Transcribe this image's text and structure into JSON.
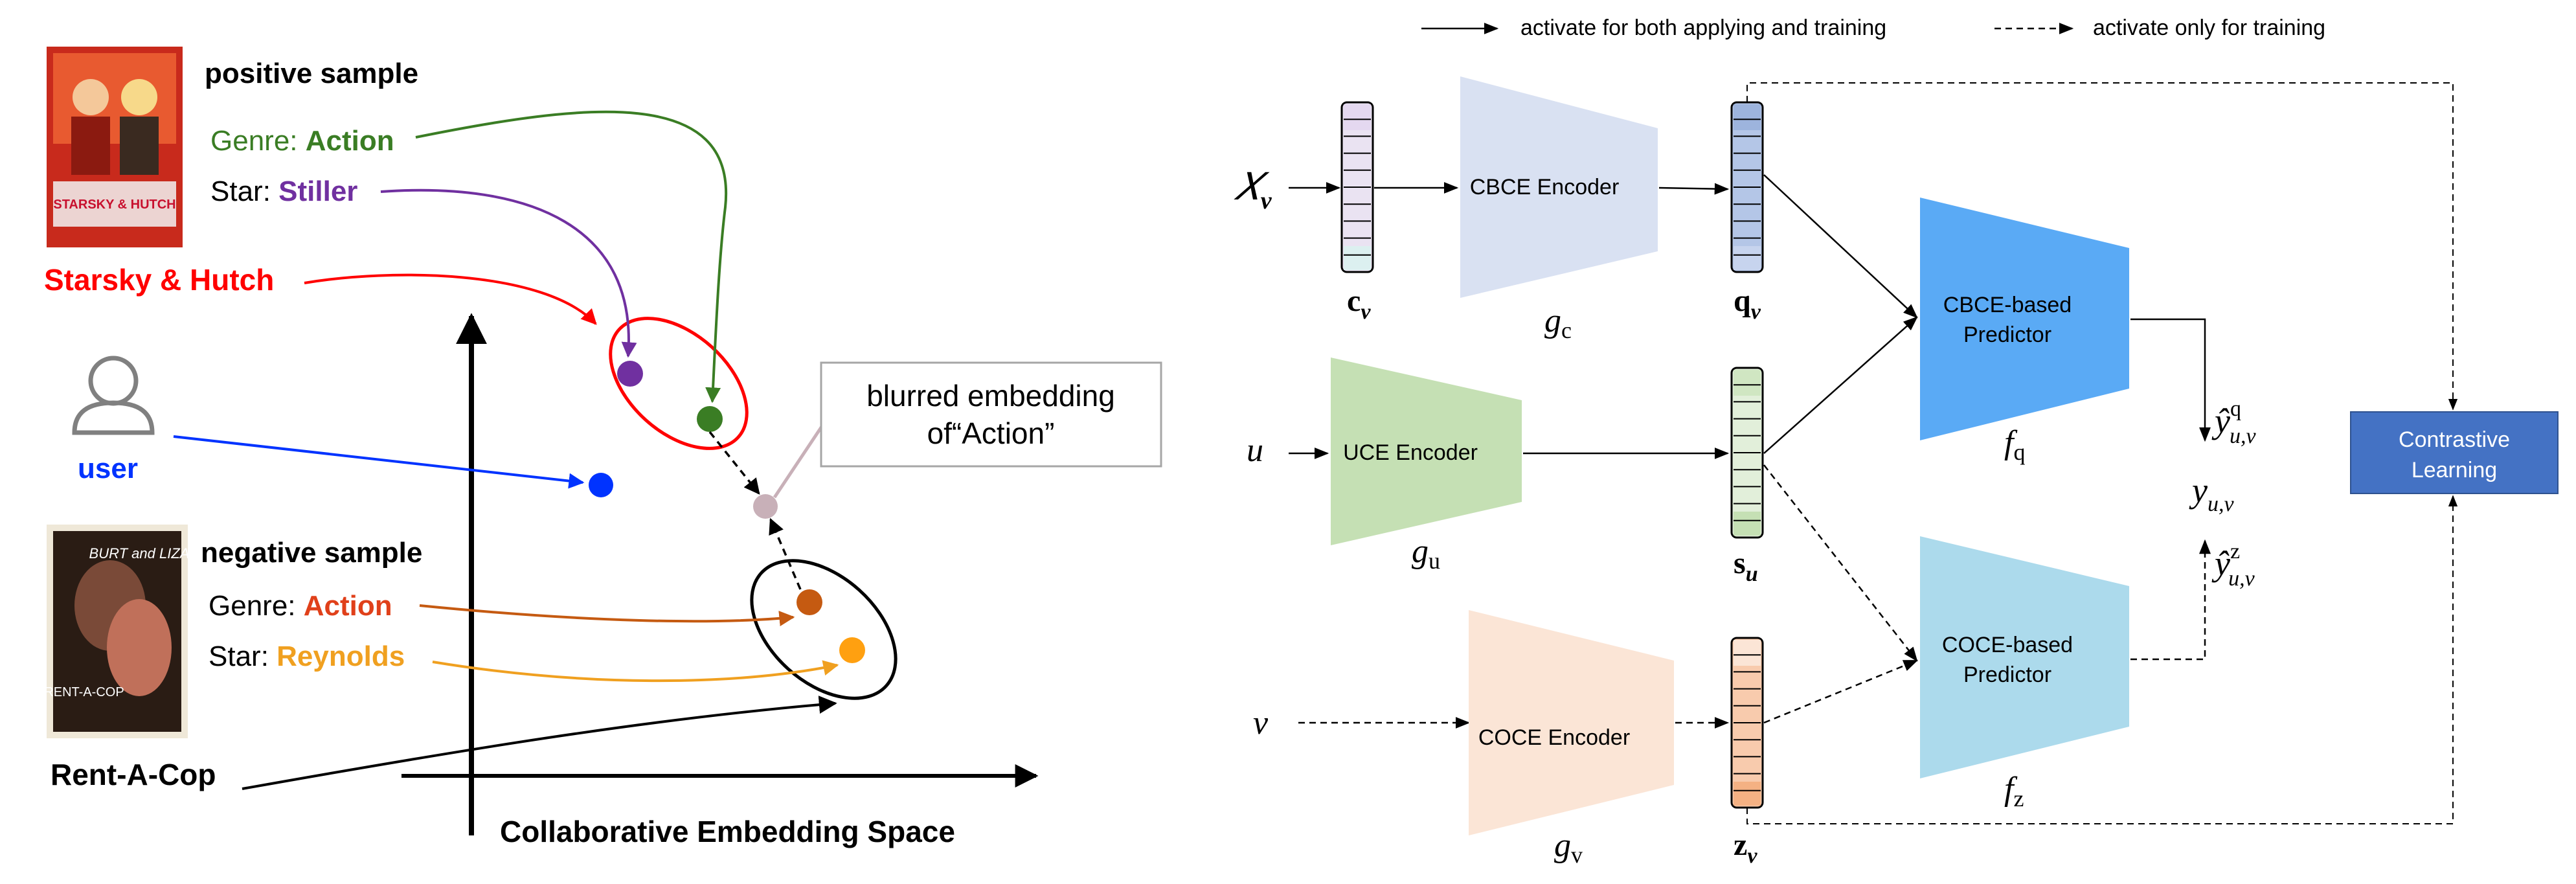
{
  "left_panel": {
    "positive_title": "positive sample",
    "positive_genre_label": "Genre: ",
    "positive_genre_value": "Action",
    "positive_star_label": "Star: ",
    "positive_star_value": "Stiller",
    "positive_movie": "Starsky & Hutch",
    "user_label": "user",
    "negative_title": "negative sample",
    "negative_genre_label": "Genre: ",
    "negative_genre_value": "Action",
    "negative_star_label": "Star: ",
    "negative_star_value": "Reynolds",
    "negative_movie": "Rent-A-Cop",
    "callout_line1": "blurred embedding",
    "callout_line2": "of“Action”",
    "axis_label": "Collaborative  Embedding Space",
    "poster_positive_text": "STARSKY & HUTCH",
    "poster_negative_text_top": "BURT and LIZA",
    "poster_negative_text_bottom": "RENT-A-COP"
  },
  "right_panel": {
    "legend_solid": "activate for both applying and training",
    "legend_dashed": "activate only for training",
    "input_x": "𝑋",
    "input_x_sub": "v",
    "input_u": "u",
    "input_v": "v",
    "cbce_encoder": "CBCE Encoder",
    "uce_encoder": "UCE Encoder",
    "coce_encoder": "COCE Encoder",
    "g_c": "g",
    "g_c_sub": "c",
    "g_u": "g",
    "g_u_sub": "u",
    "g_v": "g",
    "g_v_sub": "v",
    "vec_c": "c",
    "vec_c_sub": "v",
    "vec_q": "q",
    "vec_q_sub": "v",
    "vec_s": "s",
    "vec_s_sub": "u",
    "vec_z": "z",
    "vec_z_sub": "v",
    "cbce_pred_line1": "CBCE-based",
    "cbce_pred_line2": "Predictor",
    "coce_pred_line1": "COCE-based",
    "coce_pred_line2": "Predictor",
    "f_q": "f",
    "f_q_sub": "q",
    "f_z": "f",
    "f_z_sub": "z",
    "yhat_q": "ŷ",
    "yhat_q_sup": "q",
    "yhat_q_sub": "u,v",
    "y_true": "y",
    "y_true_sub": "u,v",
    "yhat_z": "ŷ",
    "yhat_z_sup": "z",
    "yhat_z_sub": "u,v",
    "contrastive_line1": "Contrastive",
    "contrastive_line2": "Learning"
  },
  "colors": {
    "positive_red": "#ff0000",
    "genre_green": "#3a7d24",
    "star_purple": "#7030a0",
    "user_blue": "#0033ff",
    "negative_genre": "#e0401a",
    "negative_star": "#f0a020",
    "neg_dot_brown": "#c55a11",
    "neg_dot_orange": "#ffa010",
    "blur_dot": "#c8b0b8",
    "cbce_encoder_fill": "#d9e1f2",
    "uce_encoder_fill": "#c5e0b4",
    "coce_encoder_fill": "#fbe5d6",
    "cbce_pred_fill": "#5aaaf5",
    "coce_pred_fill": "#acdaec",
    "contrastive_fill": "#4472c4"
  }
}
